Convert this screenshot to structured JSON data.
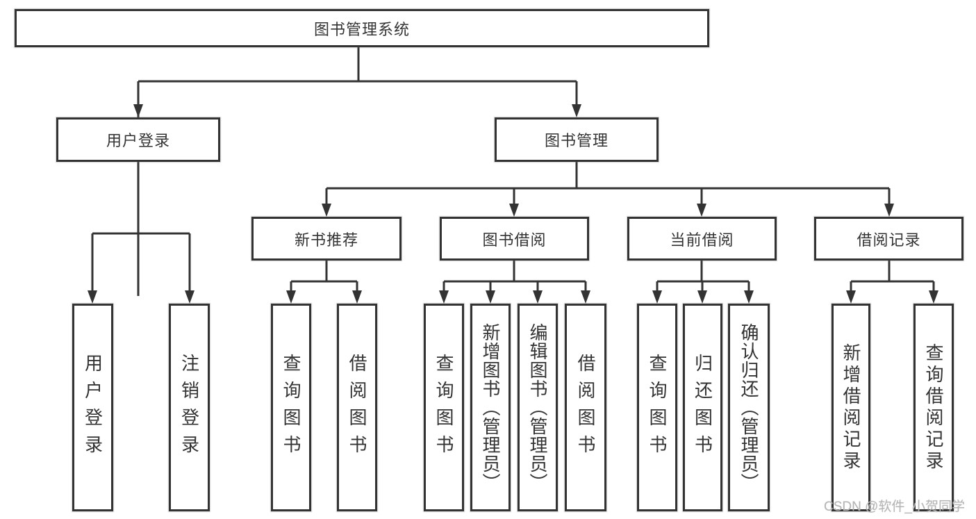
{
  "tree": {
    "root": {
      "label": "图书管理系统"
    },
    "children": [
      {
        "label": "用户登录",
        "children": [
          {
            "label": "用户登录"
          },
          {
            "label": "注销登录"
          }
        ]
      },
      {
        "label": "图书管理",
        "children": [
          {
            "label": "新书推荐",
            "children": [
              {
                "label": "查询图书"
              },
              {
                "label": "借阅图书"
              }
            ]
          },
          {
            "label": "图书借阅",
            "children": [
              {
                "label": "查询图书"
              },
              {
                "label": "新增图书（管理员）"
              },
              {
                "label": "编辑图书（管理员）"
              },
              {
                "label": "借阅图书"
              }
            ]
          },
          {
            "label": "当前借阅",
            "children": [
              {
                "label": "查询图书"
              },
              {
                "label": "归还图书"
              },
              {
                "label": "确认归还（管理员）"
              }
            ]
          },
          {
            "label": "借阅记录",
            "children": [
              {
                "label": "新增借阅记录"
              },
              {
                "label": "查询借阅记录"
              }
            ]
          }
        ]
      }
    ]
  },
  "watermark": {
    "text": "CSDN @软件_小贺同学"
  },
  "colors": {
    "line": "#333333",
    "box_border": "#333333",
    "text": "#333333",
    "watermark_text": "#b5b5b5",
    "background": "#ffffff"
  }
}
